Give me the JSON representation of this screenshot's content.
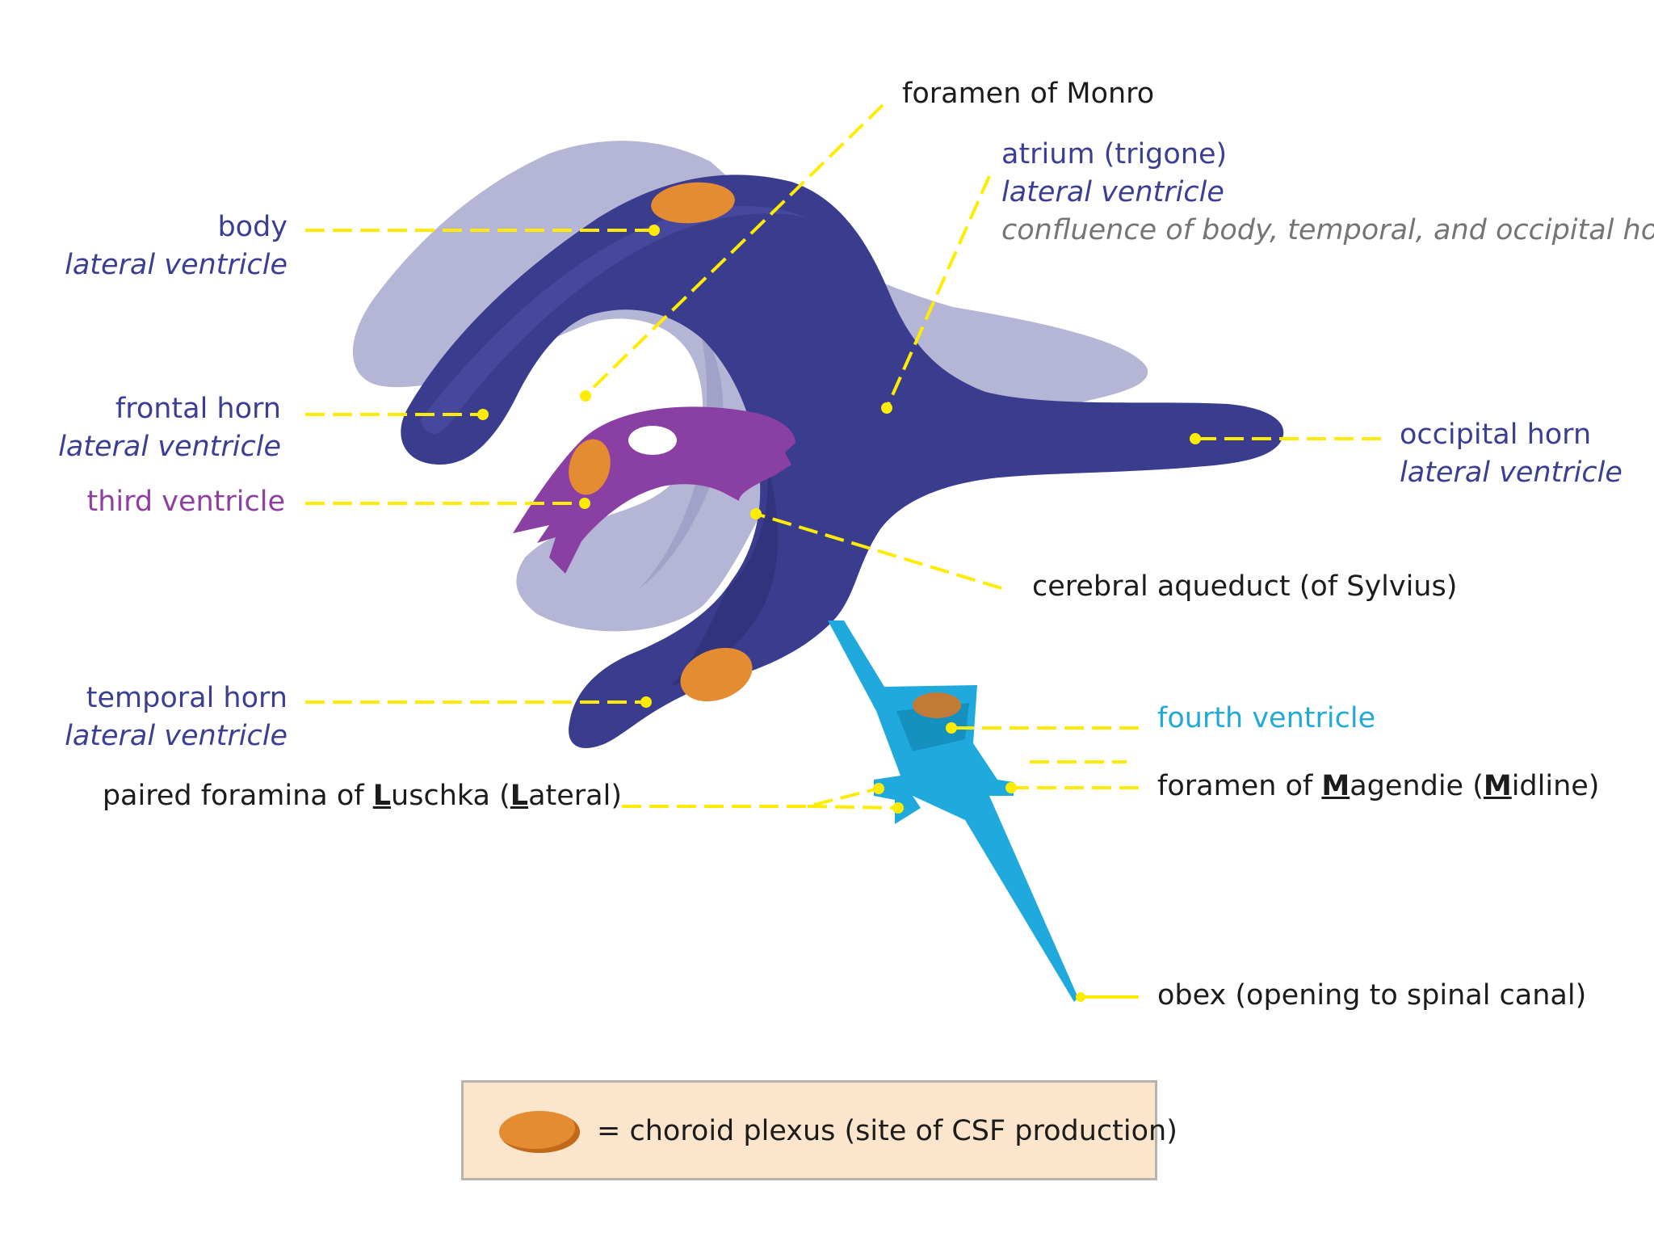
{
  "labels": {
    "foramen_monro": "foramen of Monro",
    "atrium": {
      "main": "atrium (trigone)",
      "sub": "lateral ventricle",
      "note": "confluence of body, temporal, and occipital horns"
    },
    "body": {
      "main": "body",
      "sub": "lateral ventricle"
    },
    "frontal_horn": {
      "main": "frontal horn",
      "sub": "lateral ventricle"
    },
    "third_ventricle": "third ventricle",
    "occipital_horn": {
      "main": "occipital horn",
      "sub": "lateral ventricle"
    },
    "cerebral_aqueduct": "cerebral aqueduct (of Sylvius)",
    "temporal_horn": {
      "main": "temporal horn",
      "sub": "lateral ventricle"
    },
    "fourth_ventricle": "fourth ventricle",
    "luschka": {
      "t1": "paired foramina of ",
      "k1": "L",
      "t2": "uschka (",
      "k2": "L",
      "t3": "ateral)"
    },
    "magendie": {
      "t1": "foramen of ",
      "k1": "M",
      "t2": "agendie (",
      "k2": "M",
      "t3": "idline)"
    },
    "obex": "obex (opening to spinal canal)"
  },
  "legend": {
    "text": "= choroid plexus (site of CSF production)"
  },
  "colors": {
    "lateral_ventricle": "#3a3c8e",
    "lateral_ventricle_far": "#b5b5d6",
    "third_ventricle": "#8a3fa3",
    "fourth_ventricle": "#1fa9dd",
    "choroid_plexus": "#e48c31",
    "leader_line": "#ffec00",
    "legend_bg": "#fbe5cc"
  }
}
